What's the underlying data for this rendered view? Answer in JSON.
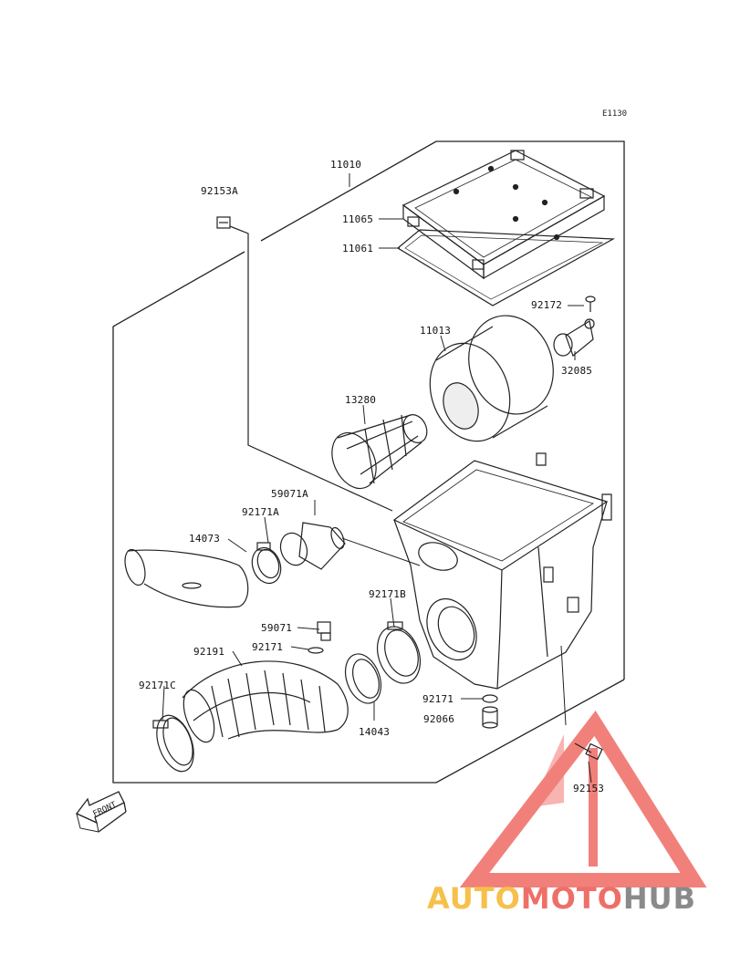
{
  "diagram": {
    "code": "E1130",
    "front_label": "FRONT",
    "parts": [
      {
        "id": "p-11010",
        "label": "11010"
      },
      {
        "id": "p-92153a",
        "label": "92153A"
      },
      {
        "id": "p-11065",
        "label": "11065"
      },
      {
        "id": "p-11061",
        "label": "11061"
      },
      {
        "id": "p-92172",
        "label": "92172"
      },
      {
        "id": "p-11013",
        "label": "11013"
      },
      {
        "id": "p-32085",
        "label": "32085"
      },
      {
        "id": "p-13280",
        "label": "13280"
      },
      {
        "id": "p-59071a",
        "label": "59071A"
      },
      {
        "id": "p-92171a",
        "label": "92171A"
      },
      {
        "id": "p-14073",
        "label": "14073"
      },
      {
        "id": "p-92171b",
        "label": "92171B"
      },
      {
        "id": "p-59071",
        "label": "59071"
      },
      {
        "id": "p-92191",
        "label": "92191"
      },
      {
        "id": "p-92171",
        "label": "92171"
      },
      {
        "id": "p-92171c",
        "label": "92171C"
      },
      {
        "id": "p-92171-2",
        "label": "92171"
      },
      {
        "id": "p-92066",
        "label": "92066"
      },
      {
        "id": "p-14043",
        "label": "14043"
      },
      {
        "id": "p-92153",
        "label": "92153"
      }
    ]
  },
  "watermark": {
    "part1": "AUTO",
    "part2": "MOTO",
    "part3": "HUB",
    "colors": {
      "gold": "#f6c04a",
      "red": "#ee6f67",
      "gray": "#8a8a8a"
    }
  }
}
